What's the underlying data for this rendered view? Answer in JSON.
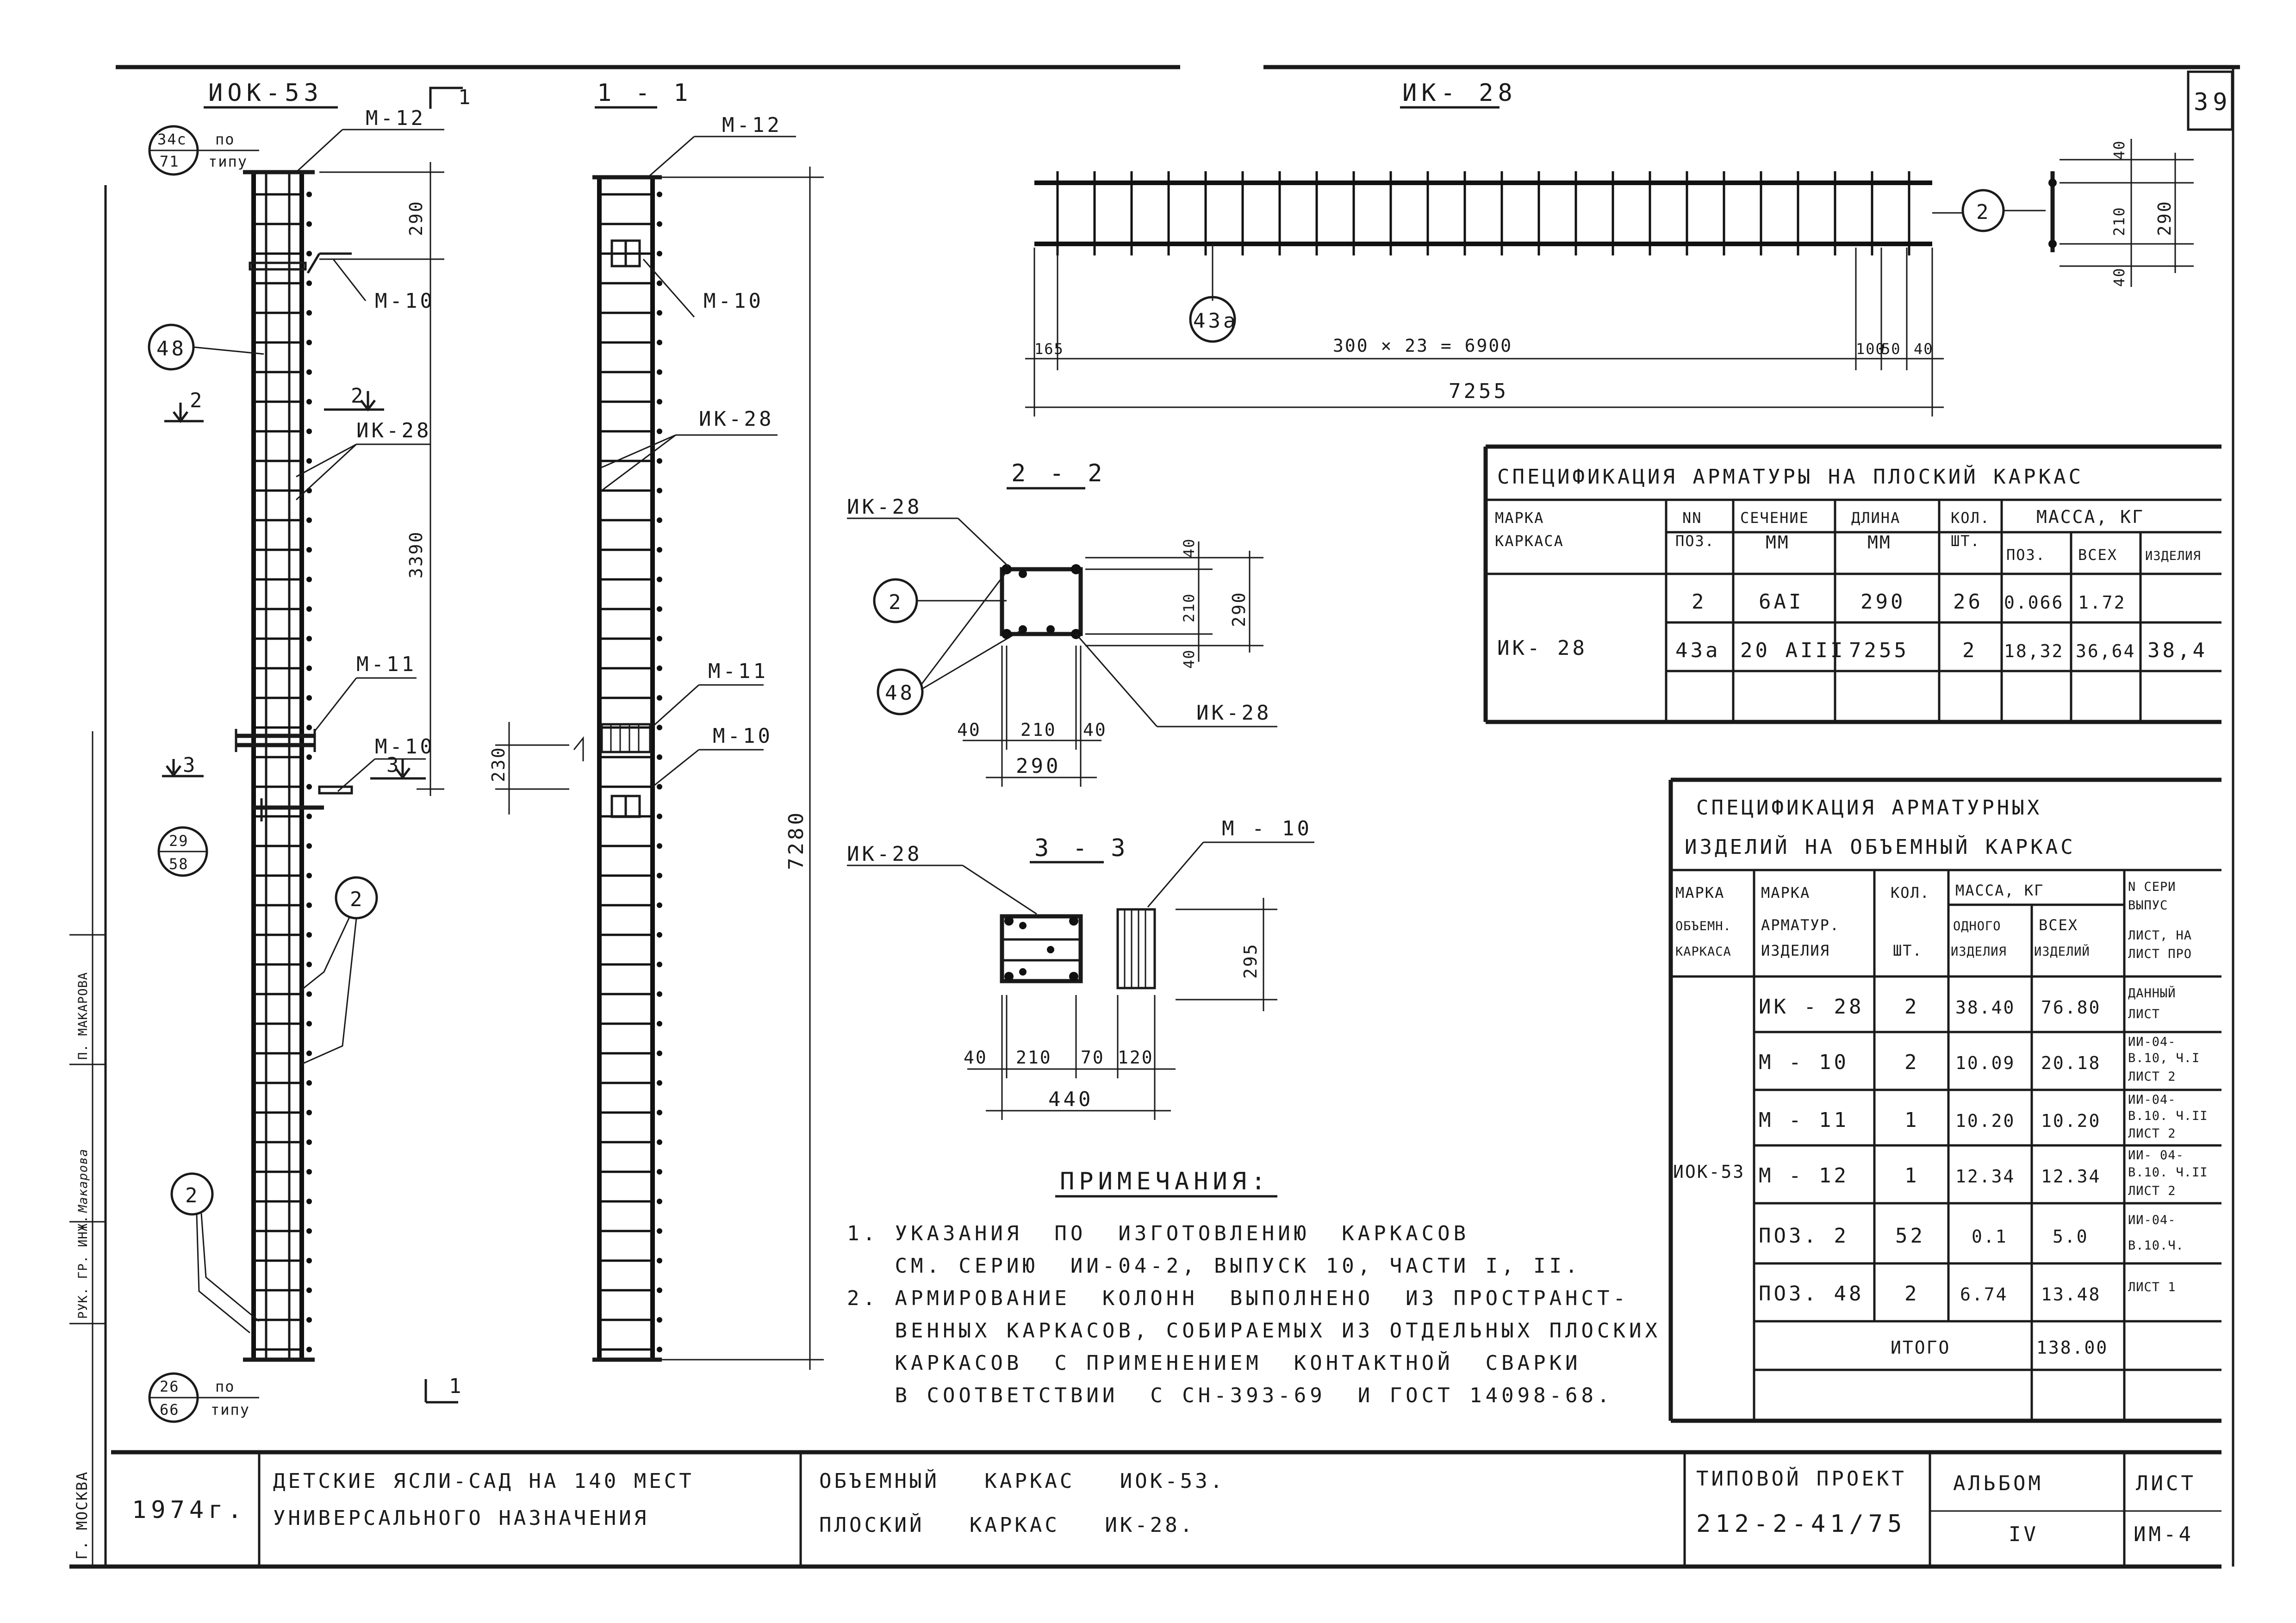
{
  "sheet_number": "39",
  "section_headers": {
    "column_mark": "ИОК-53",
    "section_1_1": "1 - 1",
    "frame_mark": "ИК- 28",
    "section_2_2": "2 - 2",
    "section_3_3": "3 - 3"
  },
  "column_view": {
    "mark_M12": "М-12",
    "mark_M10_top": "М-10",
    "mark_M11": "М-11",
    "mark_M10_low": "М-10",
    "mark_IK28": "ИК-28",
    "balloon_48": "48",
    "balloon_2_right": "2",
    "balloon_2_bottom": "2",
    "cut_2": "2",
    "cut_3": "3",
    "cut_1_top": "1",
    "cut_1_bottom": "1",
    "dim_290": "290",
    "dim_3390": "3390",
    "ref_top_num": "34с",
    "ref_top_den": "71",
    "ref_top_note_a": "по",
    "ref_top_note_b": "типу",
    "ref_mid_num": "29",
    "ref_mid_den": "58",
    "ref_bot_num": "26",
    "ref_bot_den": "66",
    "ref_bot_note_a": "по",
    "ref_bot_note_b": "типу"
  },
  "section_view": {
    "mark_M12": "М-12",
    "mark_M10_top": "М-10",
    "mark_IK28": "ИК-28",
    "mark_M11": "М-11",
    "mark_M10_low": "М-10",
    "dim_230": "230",
    "dim_7280": "7280"
  },
  "flat_frame": {
    "balloon_2": "2",
    "balloon_43a": "43а",
    "dim_165": "165",
    "dim_span": "300 × 23 = 6900",
    "dim_100": "100",
    "dim_50": "50",
    "dim_40": "40",
    "dim_total": "7255",
    "side_40_top": "40",
    "side_210": "210",
    "side_40_bot": "40",
    "side_290": "290"
  },
  "sec22": {
    "label_IK28_left": "ИК-28",
    "label_IK28_right": "ИК-28",
    "balloon_2": "2",
    "balloon_48": "48",
    "dim_40_left": "40",
    "dim_210": "210",
    "dim_40_right": "40",
    "dim_290": "290",
    "vdim_40_top": "40",
    "vdim_210": "210",
    "vdim_40_bot": "40",
    "vdim_290": "290"
  },
  "sec33": {
    "label_IK28": "ИК-28",
    "label_M10": "М - 10",
    "dim_40": "40",
    "dim_210": "210",
    "dim_70": "70",
    "dim_120": "120",
    "dim_440": "440",
    "vdim_295": "295"
  },
  "spec_flat": {
    "title": "СПЕЦИФИКАЦИЯ АРМАТУРЫ НА ПЛОСКИЙ КАРКАС",
    "h_mark_1": "МАРКА",
    "h_mark_2": "КАРКАСА",
    "h_pos_1": "NN",
    "h_pos_2": "ПОЗ.",
    "h_sec_1": "СЕЧЕНИЕ",
    "h_sec_2": "ММ",
    "h_len_1": "ДЛИНА",
    "h_len_2": "ММ",
    "h_qty_1": "КОЛ.",
    "h_qty_2": "ШТ.",
    "h_mass": "МАССА, КГ",
    "h_mass_pos": "ПОЗ.",
    "h_mass_all": "ВСЕХ",
    "h_mass_item": "ИЗДЕЛИЯ",
    "frame": "ИК- 28",
    "rows": [
      {
        "pos": "2",
        "section": "6АI",
        "length": "290",
        "qty": "26",
        "m_pos": "0.066",
        "m_all": "1.72"
      },
      {
        "pos": "43а",
        "section": "20 АIII",
        "length": "7255",
        "qty": "2",
        "m_pos": "18,32",
        "m_all": "36,64"
      }
    ],
    "m_item": "38,4"
  },
  "spec_vol": {
    "title_1": "СПЕЦИФИКАЦИЯ АРМАТУРНЫХ",
    "title_2": "ИЗДЕЛИЙ НА ОБЪЕМНЫЙ КАРКАС",
    "h_mark_1": "МАРКА",
    "h_mark_2": "ОБЪЕМН.",
    "h_mark_3": "КАРКАСА",
    "h_item_1": "МАРКА",
    "h_item_2": "АРМАТУР.",
    "h_item_3": "ИЗДЕЛИЯ",
    "h_qty_1": "КОЛ.",
    "h_qty_2": "ШТ.",
    "h_mass": "МАССА, КГ",
    "h_mass_one_1": "ОДНОГО",
    "h_mass_one_2": "ИЗДЕЛИЯ",
    "h_mass_all_1": "ВСЕХ",
    "h_mass_all_2": "ИЗДЕЛИЙ",
    "h_ser_1": "N СЕРИ",
    "h_ser_2": "ВЫПУС",
    "h_ser_3": "ЛИСТ, НА",
    "h_ser_4": "ЛИСТ ПРО",
    "frame": "ИОК-53",
    "rows": [
      {
        "item": "ИК - 28",
        "qty": "2",
        "m_one": "38.40",
        "m_all": "76.80",
        "ref_1": "ДАННЫЙ",
        "ref_2": "ЛИСТ",
        "ref_3": ""
      },
      {
        "item": "М - 10",
        "qty": "2",
        "m_one": "10.09",
        "m_all": "20.18",
        "ref_1": "ИИ-04-",
        "ref_2": "В.10, Ч.I",
        "ref_3": "ЛИСТ 2"
      },
      {
        "item": "М - 11",
        "qty": "1",
        "m_one": "10.20",
        "m_all": "10.20",
        "ref_1": "ИИ-04-",
        "ref_2": "В.10. Ч.II",
        "ref_3": "ЛИСТ 2"
      },
      {
        "item": "М - 12",
        "qty": "1",
        "m_one": "12.34",
        "m_all": "12.34",
        "ref_1": "ИИ- 04-",
        "ref_2": "В.10. Ч.II",
        "ref_3": "ЛИСТ 2"
      },
      {
        "item": "ПОЗ. 2",
        "qty": "52",
        "m_one": "0.1",
        "m_all": "5.0",
        "ref_1": "ИИ-04-",
        "ref_2": "В.10.Ч.",
        "ref_3": ""
      },
      {
        "item": "ПОЗ. 48",
        "qty": "2",
        "m_one": "6.74",
        "m_all": "13.48",
        "ref_1": "ЛИСТ 1",
        "ref_2": "",
        "ref_3": ""
      }
    ],
    "total_label": "ИТОГО",
    "total_value": "138.00"
  },
  "notes": {
    "title": "ПРИМЕЧАНИЯ:",
    "lines": [
      "1. УКАЗАНИЯ  ПО  ИЗГОТОВЛЕНИЮ  КАРКАСОВ",
      "   СМ. СЕРИЮ  ИИ-04-2, ВЫПУСК 10, ЧАСТИ I, II.",
      "2. АРМИРОВАНИЕ  КОЛОНН  ВЫПОЛНЕНО  ИЗ ПРОСТРАНСТ-",
      "   ВЕННЫХ КАРКАСОВ, СОБИРАЕМЫХ ИЗ ОТДЕЛЬНЫХ ПЛОСКИХ",
      "   КАРКАСОВ  С ПРИМЕНЕНИЕМ  КОНТАКТНОЙ  СВАРКИ",
      "   В СООТВЕТСТВИИ  С СН-393-69  И ГОСТ 14098-68."
    ]
  },
  "title_block": {
    "year": "1974г.",
    "project_1": "ДЕТСКИЕ ЯСЛИ-САД НА 140 МЕСТ",
    "project_2": "УНИВЕРСАЛЬНОГО НАЗНАЧЕНИЯ",
    "drawing_1": "ОБЪЕМНЫЙ   КАРКАС   ИОК-53.",
    "drawing_2": "ПЛОСКИЙ   КАРКАС   ИК-28.",
    "std_1": "ТИПОВОЙ ПРОЕКТ",
    "std_2": "212-2-41/75",
    "album_1": "АЛЬБОМ",
    "album_2": "IV",
    "sheet_1": "ЛИСТ",
    "sheet_2": "ИМ-4"
  },
  "margin": {
    "city": "Г. МОСКВА",
    "role": "РУК. ГР. ИНЖ.",
    "signature": "Макарова",
    "name": "П. МАКАРОВА"
  }
}
